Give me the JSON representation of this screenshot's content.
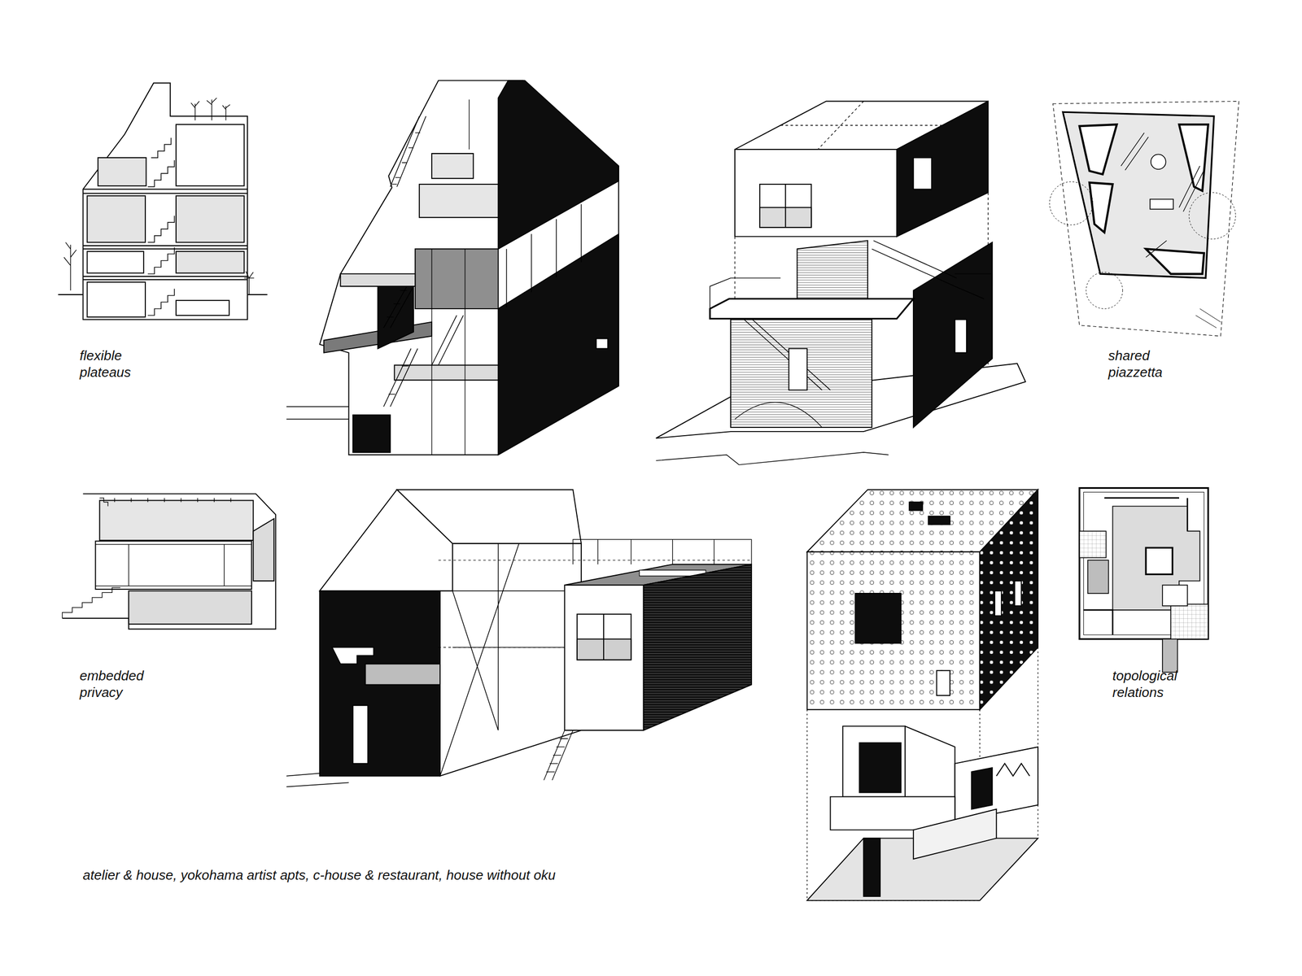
{
  "diagram": {
    "caption": "atelier & house, yokohama artist apts, c-house & restaurant, house without oku",
    "labels": [
      "flexible plateaus",
      "shared piazzetta",
      "embedded privacy",
      "topological relations"
    ]
  }
}
